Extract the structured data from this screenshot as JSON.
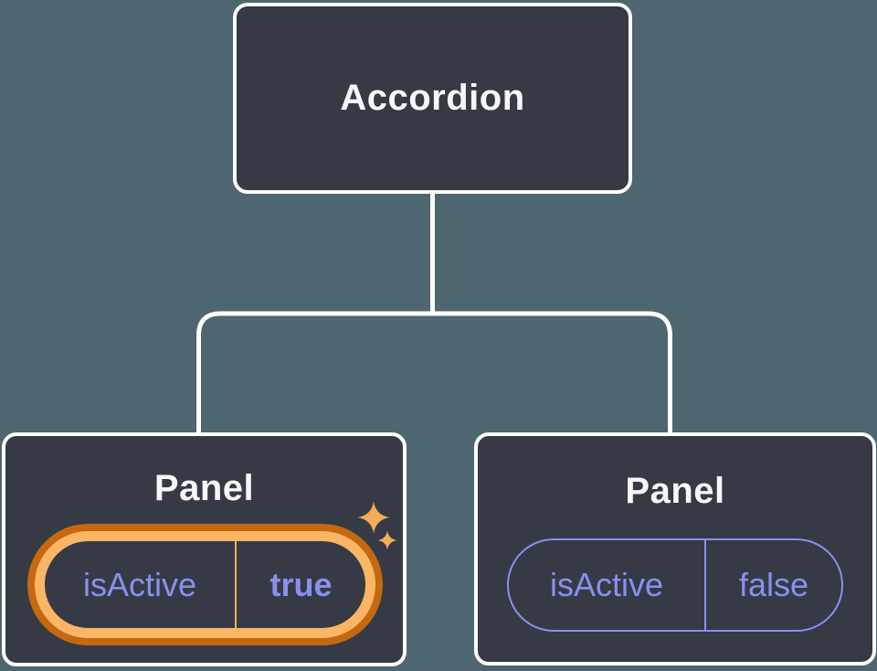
{
  "colors": {
    "background": "#4d6670",
    "node_fill": "#353a45",
    "node_border": "#ffffff",
    "connector": "#ffffff",
    "title_text": "#f6f7f9",
    "state_text": "#8a90f0",
    "state_pill_border": "#8a90f0",
    "highlight_ring_outer": "#c4690f",
    "highlight_ring_inner": "#fbb565",
    "highlight_divider": "#f5b05a",
    "sparkle": "#f3ac58"
  },
  "tree": {
    "root": {
      "label": "Accordion"
    },
    "children": [
      {
        "label": "Panel",
        "state": {
          "key": "isActive",
          "value": "true"
        },
        "highlighted": true
      },
      {
        "label": "Panel",
        "state": {
          "key": "isActive",
          "value": "false"
        },
        "highlighted": false
      }
    ]
  },
  "icons": [
    {
      "name": "sparkle-icon-large",
      "meaning": "state changed / highlighted"
    },
    {
      "name": "sparkle-icon-small",
      "meaning": "state changed / highlighted"
    }
  ]
}
